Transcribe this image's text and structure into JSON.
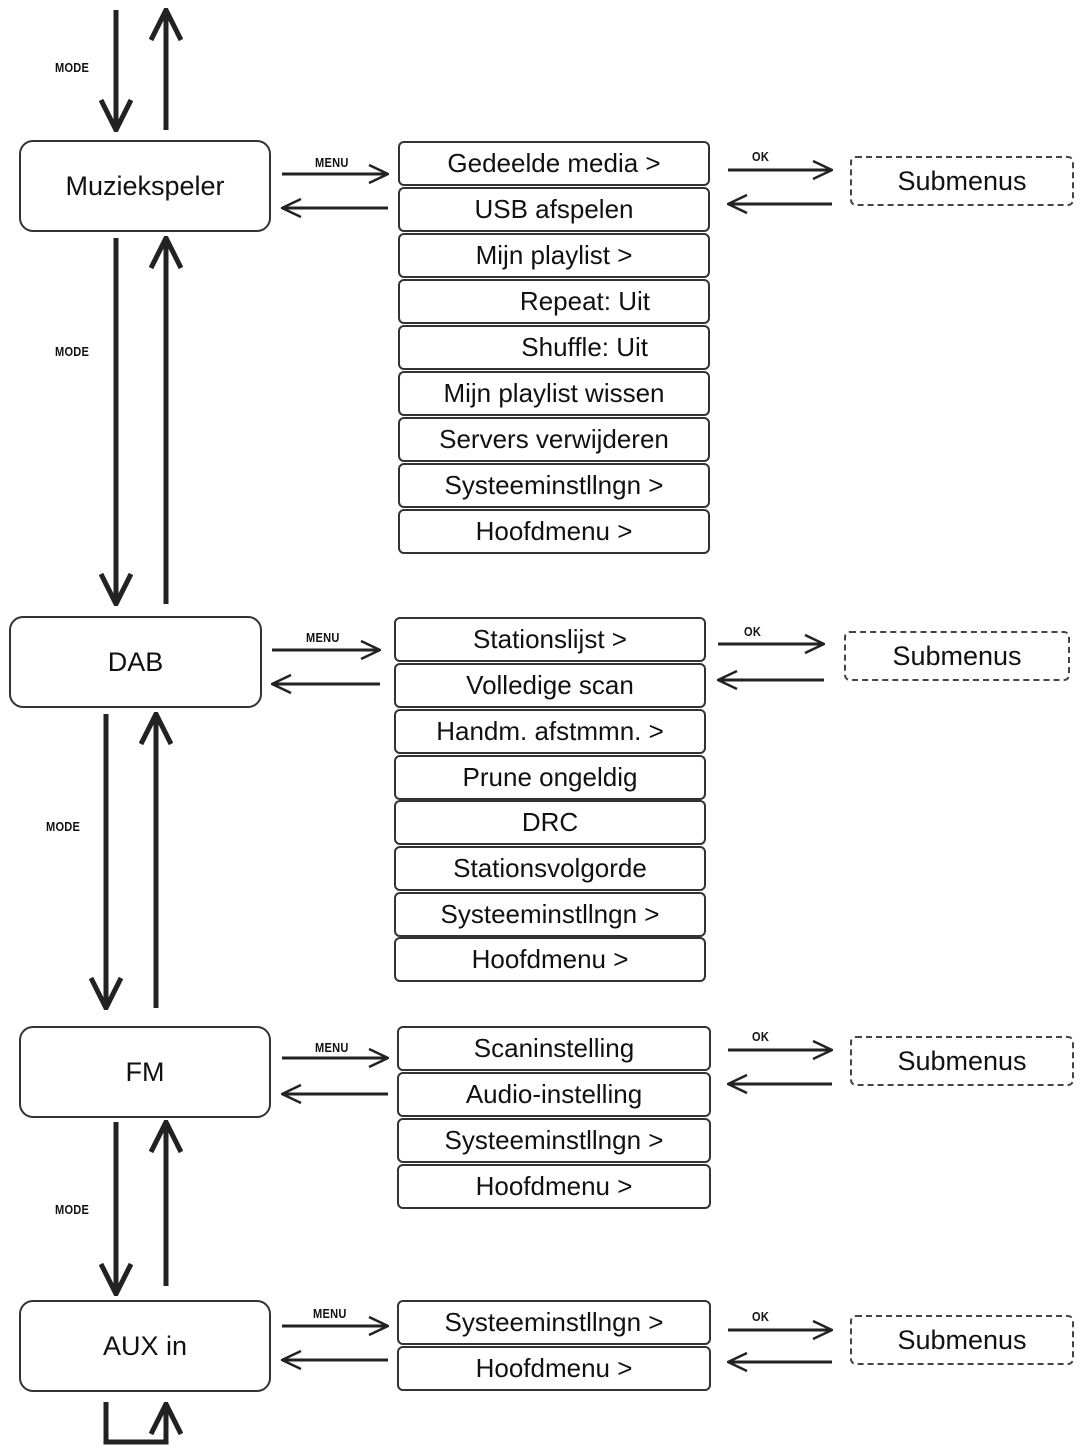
{
  "labels": {
    "mode": "MODE",
    "menu": "MENU",
    "ok": "OK"
  },
  "sections": [
    {
      "mode": "Muziekspeler",
      "items": [
        "Gedeelde media >",
        "USB afspelen",
        "Mijn playlist >",
        "Repeat: Uit",
        "Shuffle: Uit",
        "Mijn playlist wissen",
        "Servers verwijderen",
        "Systeeminstllngn >",
        "Hoofdmenu >"
      ],
      "submenu": "Submenus"
    },
    {
      "mode": "DAB",
      "items": [
        "Stationslijst >",
        "Volledige scan",
        "Handm. afstmmn. >",
        "Prune ongeldig",
        "DRC",
        "Stationsvolgorde",
        "Systeeminstllngn >",
        "Hoofdmenu >"
      ],
      "submenu": "Submenus"
    },
    {
      "mode": "FM",
      "items": [
        "Scaninstelling",
        "Audio-instelling",
        "Systeeminstllngn >",
        "Hoofdmenu >"
      ],
      "submenu": "Submenus"
    },
    {
      "mode": "AUX in",
      "items": [
        "Systeeminstllngn >",
        "Hoofdmenu >"
      ],
      "submenu": "Submenus"
    }
  ]
}
